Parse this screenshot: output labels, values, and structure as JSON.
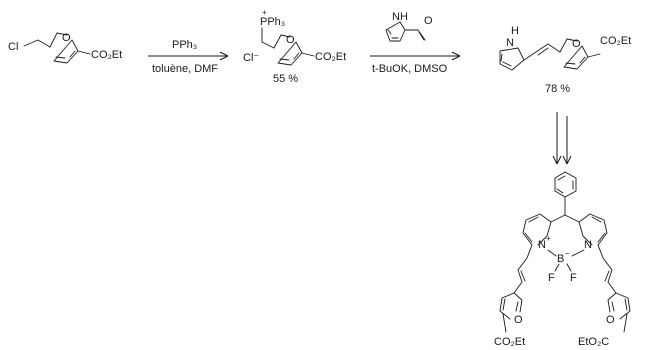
{
  "scheme": {
    "start": {
      "cl_label": "Cl",
      "o_label": "O",
      "ester_label": "CO₂Et"
    },
    "step1": {
      "reagent": "PPh₃",
      "conditions": "toluène, DMF"
    },
    "intermediate": {
      "phos_charge": "+",
      "phos_label": "PPh₃",
      "counter_ion": "Cl⁻",
      "o_label": "O",
      "ester_label": "CO₂Et",
      "yield": "55 %"
    },
    "step2": {
      "pyrrole_nh": "N​H",
      "pyrrole_o": "O",
      "conditions": "t-BuOK, DMSO"
    },
    "product": {
      "nh_label": "H",
      "n_label": "N",
      "o_label": "O",
      "ester_label": "CO₂Et",
      "yield": "78 %"
    },
    "bodipy": {
      "n_left": "N",
      "n_plus": "+",
      "boron": "B",
      "boron_minus": "−",
      "n_right": "N",
      "f_left": "F",
      "f_right": "F",
      "o_left": "O",
      "o_right": "O",
      "ester_left": "CO₂Et",
      "ester_right": "EtO₂C"
    }
  }
}
